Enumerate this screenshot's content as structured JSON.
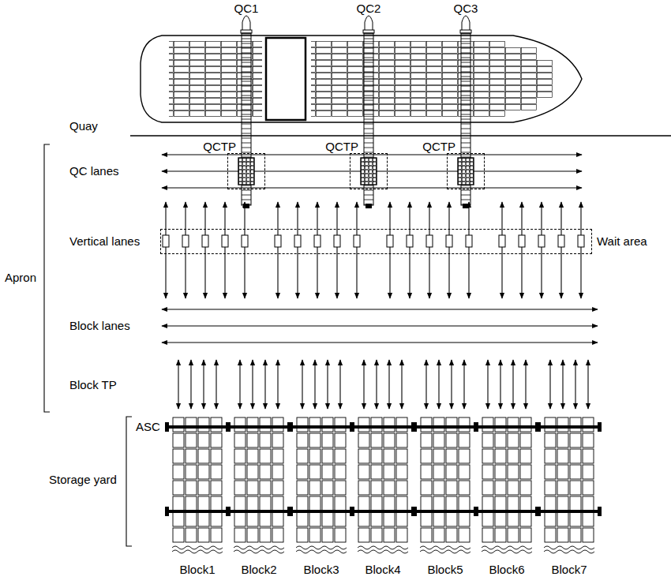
{
  "diagram": {
    "nodes": [
      {
        "text": [
          "QCTP"
        ]
      },
      {
        "text": [
          "QCTP"
        ]
      },
      {
        "text": [
          "QCTP"
        ]
      },
      {
        "text": [
          "Wait area"
        ]
      }
    ],
    "labels": [
      "QC1",
      "QC2",
      "QC3",
      "Quay",
      "QC lanes",
      "Vertical lanes",
      "Apron",
      "Block lanes",
      "Block TP",
      "ASC",
      "Storage yard",
      "Block1",
      "Block2",
      "Block3",
      "Block4",
      "Block5",
      "Block6",
      "Block7"
    ]
  }
}
